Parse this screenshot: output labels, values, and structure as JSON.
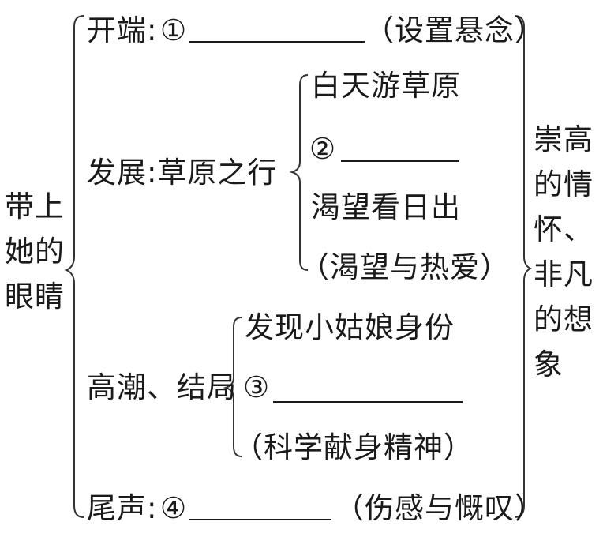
{
  "root_title": "带上她的眼睛",
  "right_summary": "崇高的情怀、非凡的想象",
  "sections": {
    "start": {
      "label": "开端:",
      "marker": "①",
      "note": "（设置悬念）"
    },
    "develop": {
      "label": "发展:草原之行",
      "items": [
        "白天游草原",
        "②",
        "渴望看日出",
        "（渴望与热爱）"
      ]
    },
    "climax": {
      "label": "高潮、结局",
      "items": [
        "发现小姑娘身份",
        "③",
        "（科学献身精神）"
      ]
    },
    "end": {
      "label": "尾声:",
      "marker": "④",
      "note": "（伤感与慨叹）"
    }
  }
}
